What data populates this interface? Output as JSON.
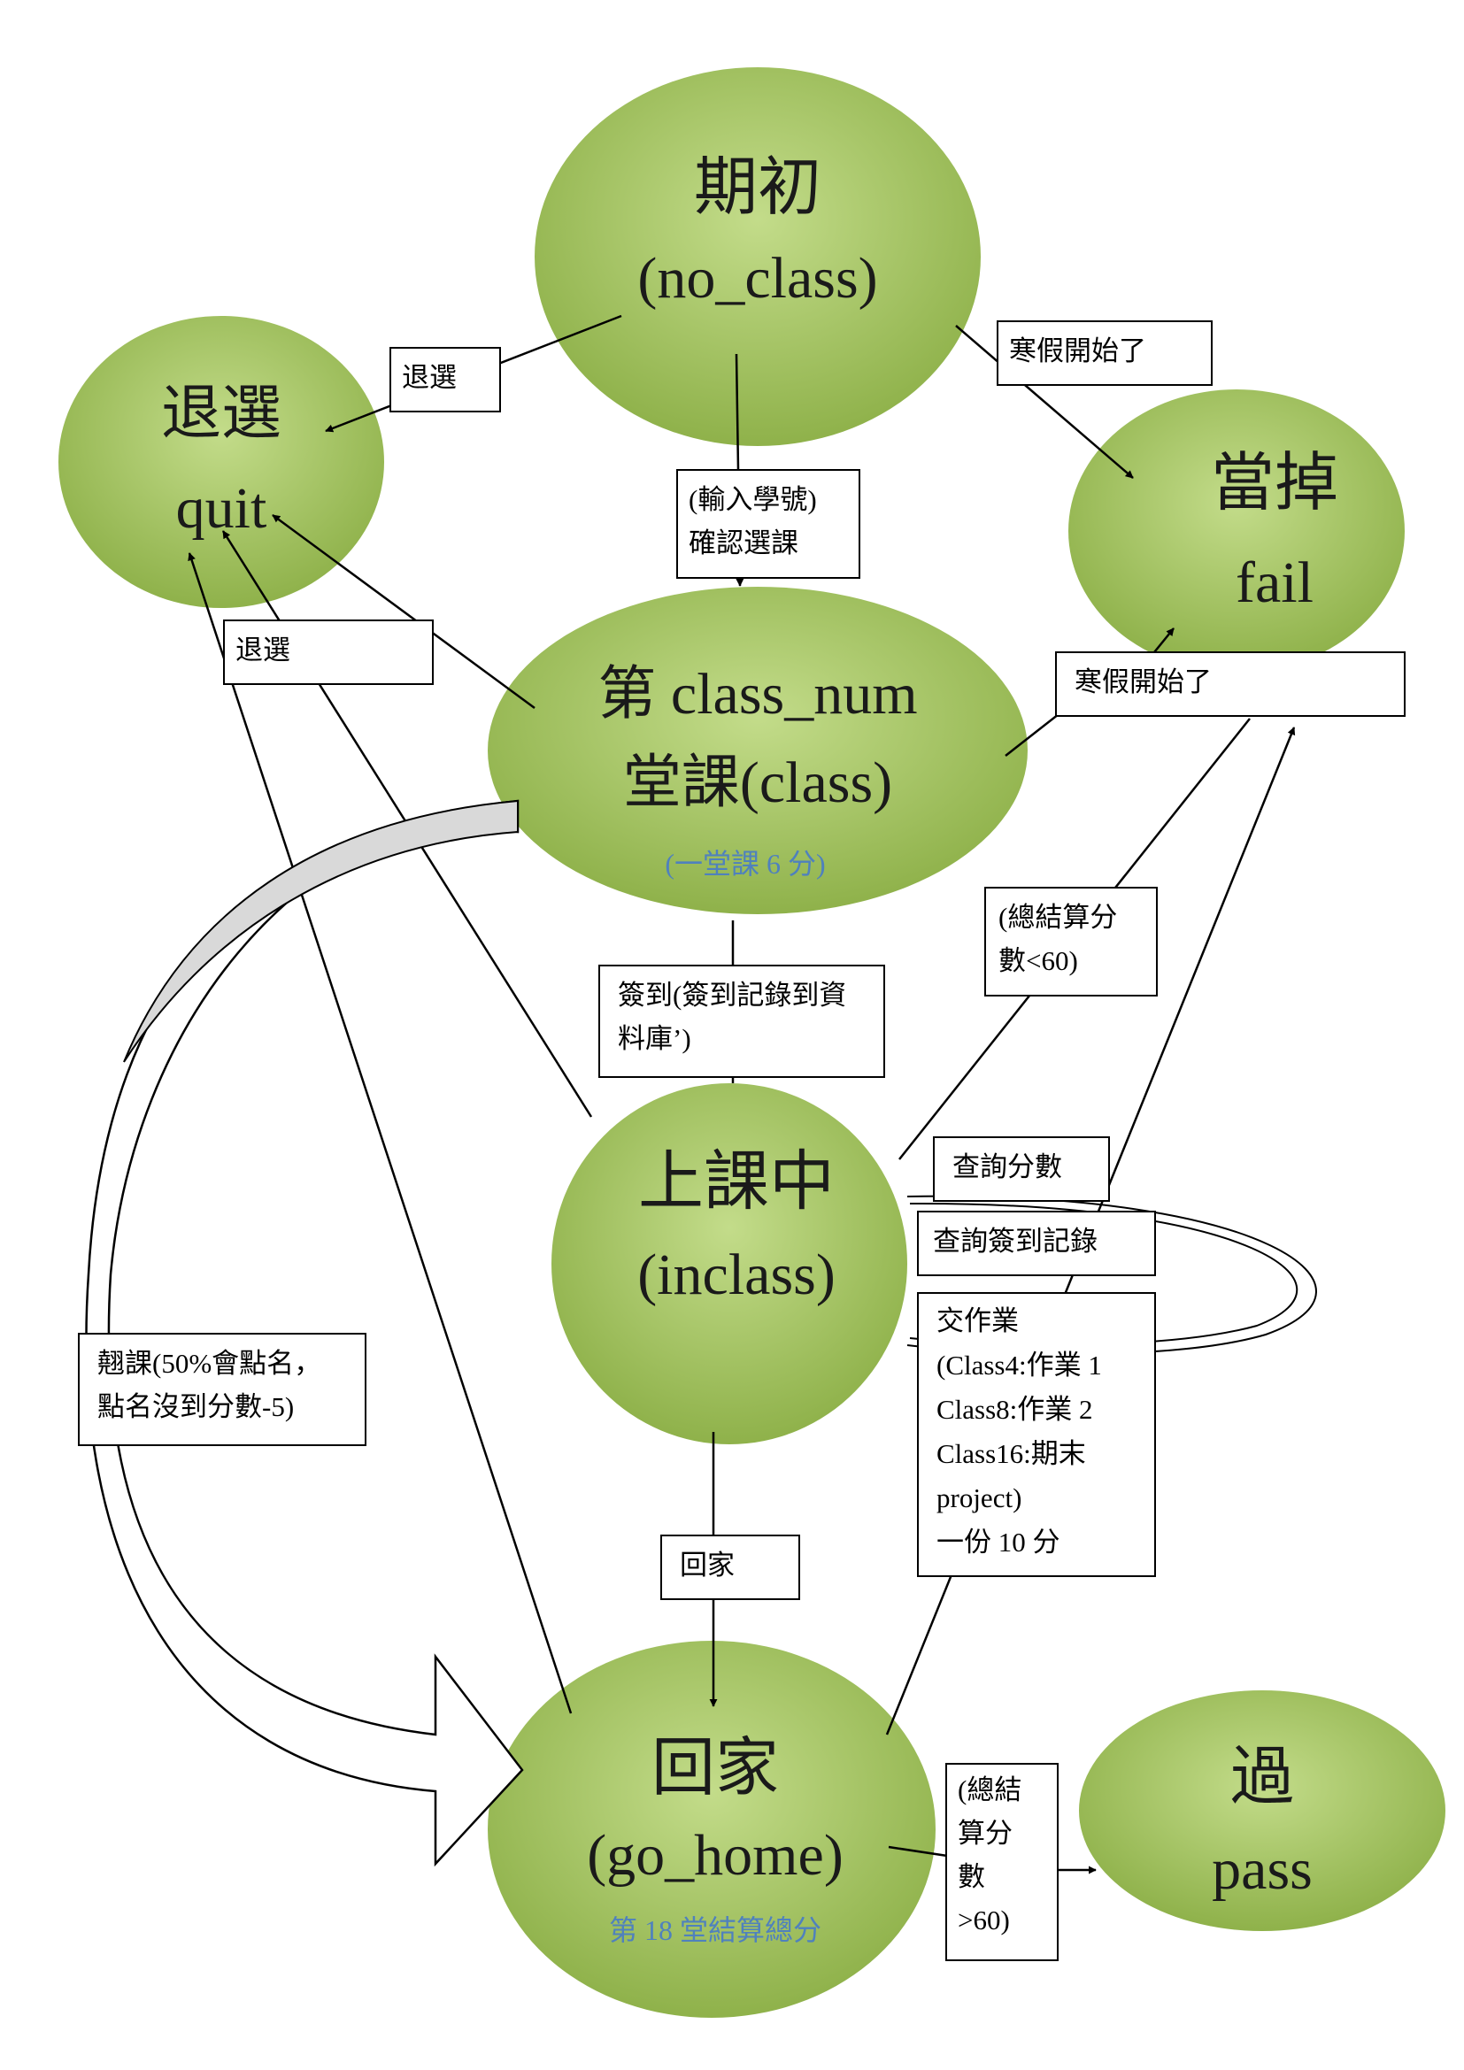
{
  "states": {
    "no_class": {
      "title": "期初",
      "subtitle": "(no_class)"
    },
    "quit": {
      "title": "退選",
      "subtitle": "quit"
    },
    "fail": {
      "title": "當掉",
      "subtitle": "fail"
    },
    "class": {
      "title": "第 class_num",
      "subtitle": "堂課(class)",
      "note": "(一堂課 6 分)"
    },
    "inclass": {
      "title": "上課中",
      "subtitle": "(inclass)"
    },
    "go_home": {
      "title": "回家",
      "subtitle": "(go_home)",
      "note": "第 18 堂結算總分"
    },
    "pass": {
      "title": "過",
      "subtitle": "pass"
    }
  },
  "labels": {
    "quit_from_start": "退選",
    "winter_break_start": "寒假開始了",
    "enter_id": "(輸入學號)\n確認選課",
    "quit_from_class": "退選",
    "winter_break_class": "寒假開始了",
    "score_below_60": "(總結算分\n數<60)",
    "sign_in": "簽到(簽到記錄到資\n料庫’)",
    "query_score": "查詢分數",
    "query_record": "查詢簽到記錄",
    "homework": "交作業\n(Class4:作業 1\nClass8:作業 2\nClass16:期末\nproject)\n一份 10 分",
    "skip_class": "翹課(50%會點名，\n點名沒到分數-5)",
    "go_home": "回家",
    "score_above_60": "(總結\n算分\n數\n>60)"
  },
  "colors": {
    "state_fill_light": "#c3dc8a",
    "state_fill_dark": "#8db048",
    "state_note": "#4f81bd",
    "line": "#000000",
    "curved_arrow_fill": "#d9d9d9"
  }
}
